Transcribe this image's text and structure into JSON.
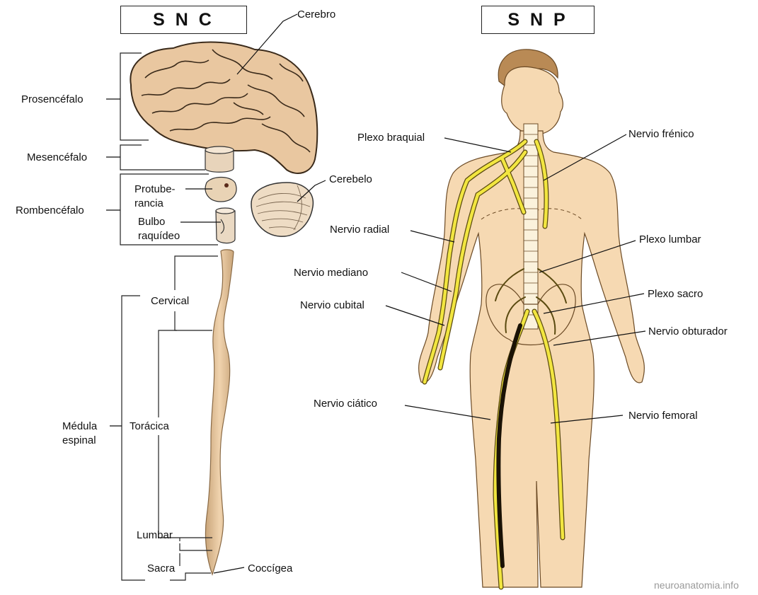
{
  "headers": {
    "cns": "S N C",
    "pns": "S N P"
  },
  "cns_labels": {
    "cerebro": "Cerebro",
    "prosencefalo": "Prosencéfalo",
    "mesencefalo": "Mesencéfalo",
    "cerebelo": "Cerebelo",
    "protuberancia_1": "Protube-",
    "protuberancia_2": "rancia",
    "rombencefalo": "Rombencéfalo",
    "bulbo_1": "Bulbo",
    "bulbo_2": "raquídeo",
    "cervical": "Cervical",
    "medula_1": "Médula",
    "medula_2": "espinal",
    "toracica": "Torácica",
    "lumbar": "Lumbar",
    "sacra": "Sacra",
    "coccigea": "Coccígea"
  },
  "pns_labels": {
    "plexo_braquial": "Plexo braquial",
    "nervio_frenico": "Nervio frénico",
    "nervio_radial": "Nervio radial",
    "plexo_lumbar": "Plexo lumbar",
    "nervio_mediano": "Nervio mediano",
    "plexo_sacro": "Plexo sacro",
    "nervio_cubital": "Nervio cubital",
    "nervio_obturador": "Nervio obturador",
    "nervio_ciatico": "Nervio ciático",
    "nervio_femoral": "Nervio femoral"
  },
  "watermark": "neuroanatomia.info",
  "colors": {
    "skin": "#f6d9b2",
    "hair": "#b98a55",
    "nerve": "#f2e640",
    "nerve_outline": "#5a4a10",
    "brain": "#e8c9a4",
    "cord": "#d9b489"
  }
}
